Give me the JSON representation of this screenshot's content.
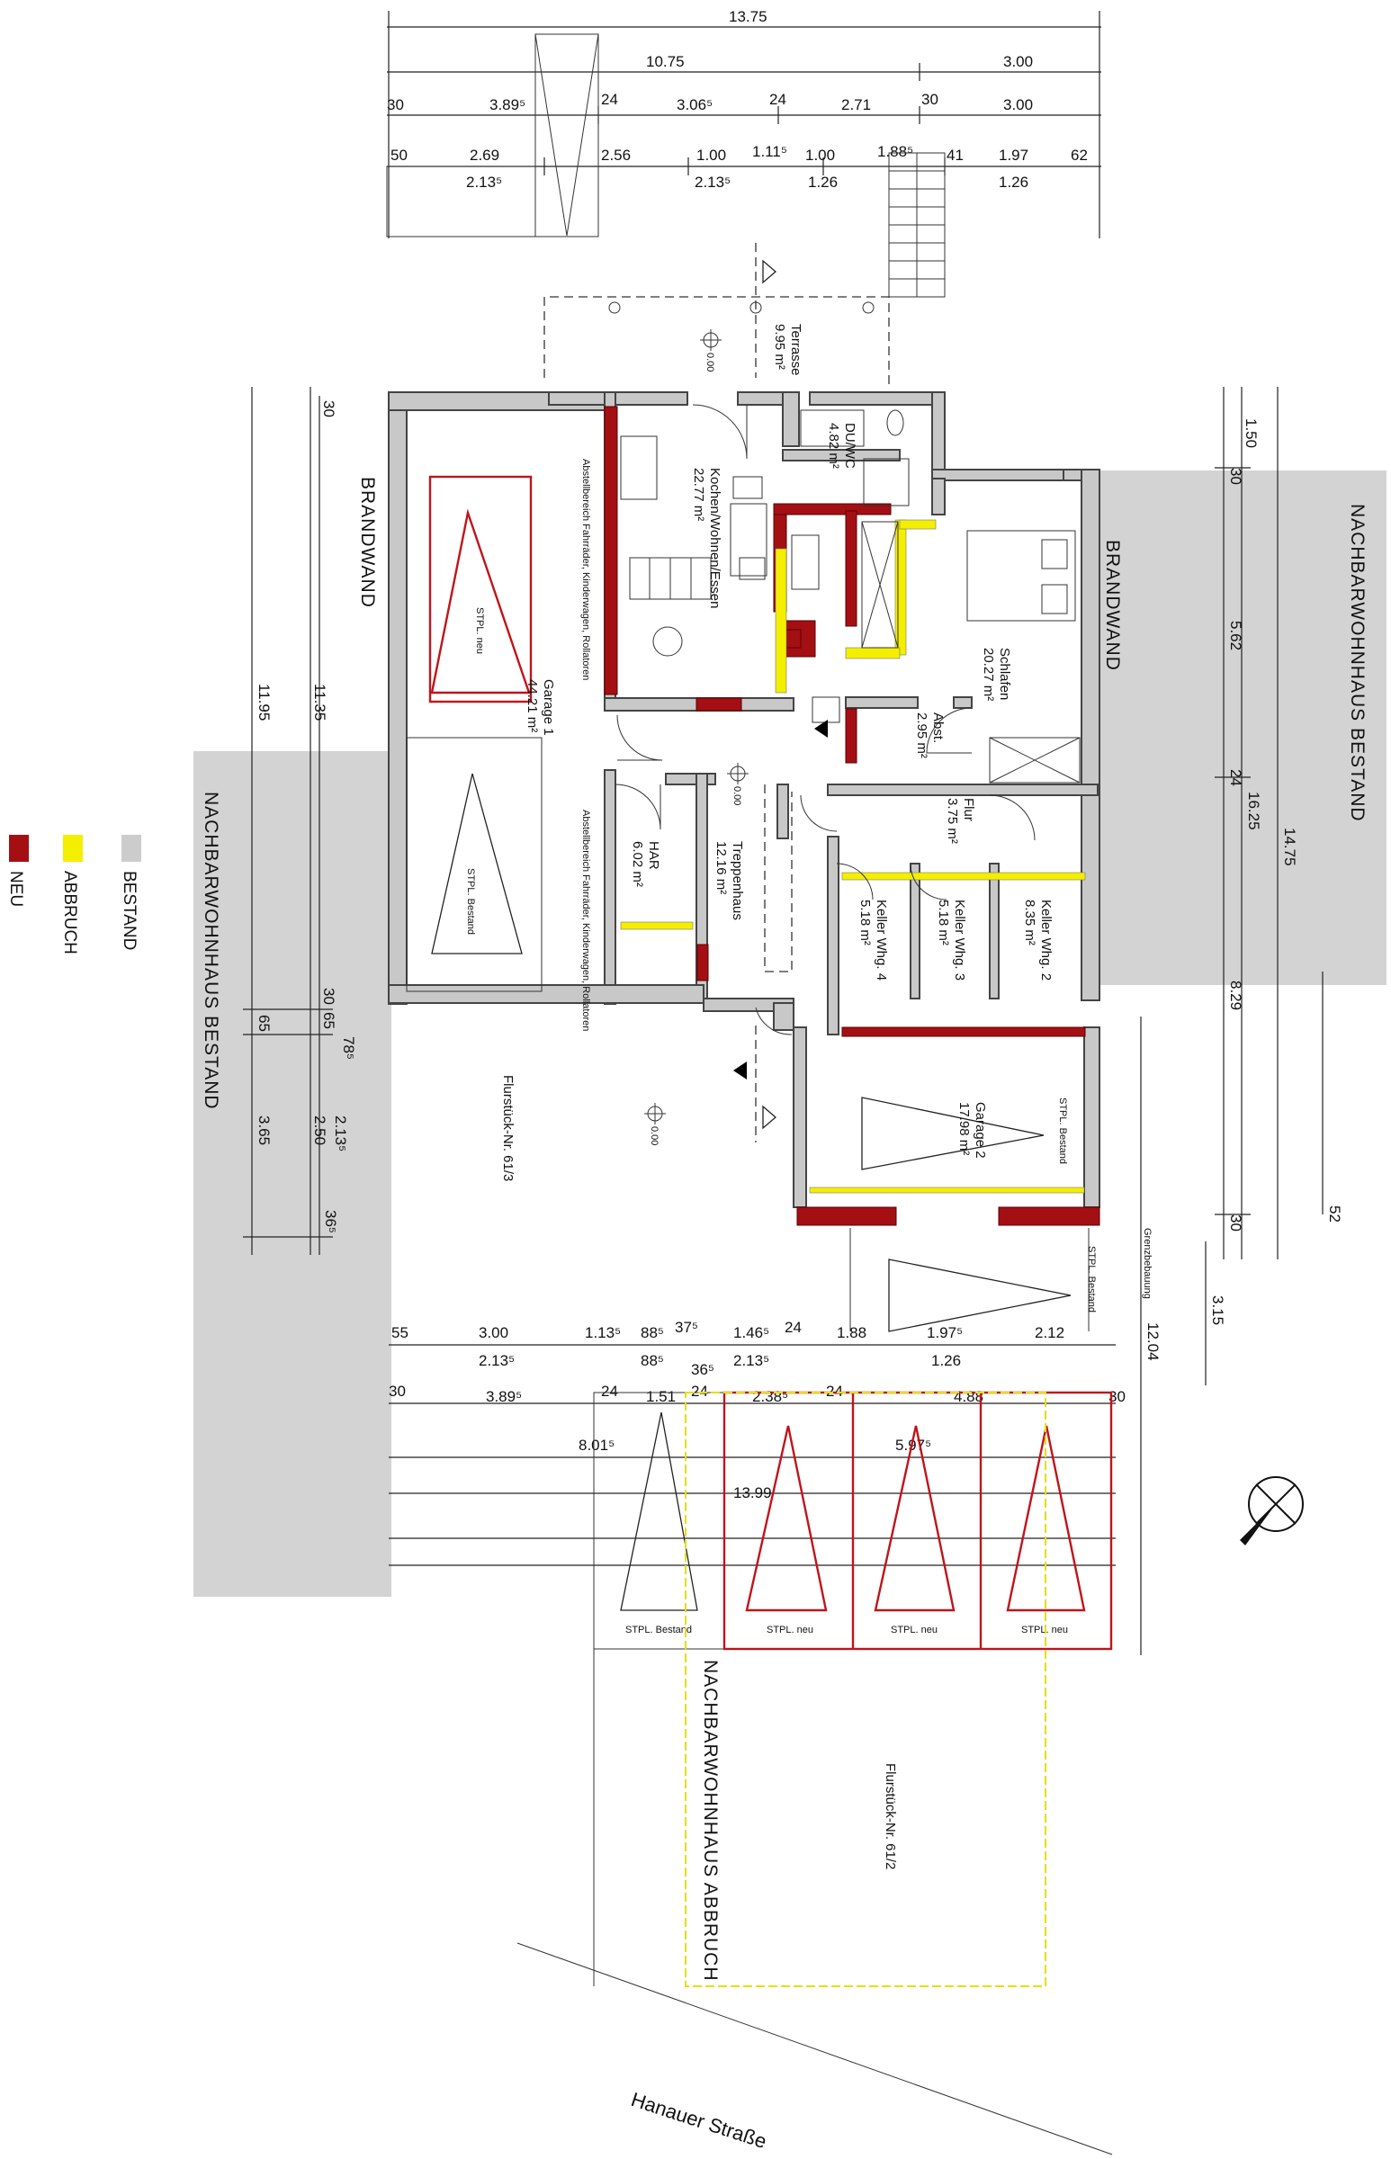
{
  "dims": {
    "total_width": "13.75",
    "w1075": "10.75",
    "w300": "3.00",
    "r2": [
      "30",
      "3.89⁵",
      "24",
      "3.06⁵",
      "24",
      "2.71",
      "30",
      "3.00"
    ],
    "r3": [
      "50",
      "2.69",
      "2.56",
      "1.00",
      "1.11⁵",
      "1.00",
      "1.88⁵",
      "41",
      "1.97",
      "62"
    ],
    "r3b": [
      "2.13⁵",
      "2.13⁵",
      "1.26",
      "1.26"
    ],
    "left_v": [
      "30",
      "11.95",
      "11.35",
      "30",
      "65",
      "65",
      "78⁵",
      "3.65",
      "2.50",
      "2.13⁵",
      "36⁵"
    ],
    "right_v": [
      "1.50",
      "30",
      "5.62",
      "24",
      "16.25",
      "14.75",
      "8.29",
      "30",
      "52",
      "3.15"
    ],
    "b1": [
      "55",
      "3.00",
      "1.13⁵",
      "88⁵",
      "37⁵",
      "1.46⁵",
      "24",
      "1.88",
      "1.97⁵",
      "2.12"
    ],
    "b1b": [
      "2.13⁵",
      "88⁵",
      "36⁵",
      "2.13⁵",
      "1.26"
    ],
    "b2": [
      "30",
      "3.89⁵",
      "24",
      "1.51",
      "24",
      "2.38⁵",
      "24",
      "4.88",
      "30"
    ],
    "b3": [
      "8.01⁵",
      "5.97⁵",
      "13.99"
    ],
    "right_bottom": "12.04"
  },
  "rooms": {
    "terrasse": {
      "name": "Terrasse",
      "area": "9.95 m²"
    },
    "duwc": {
      "name": "DU/WC",
      "area": "4.82 m²"
    },
    "kochen": {
      "name": "Kochen/Wohnen/Essen",
      "area": "22.77 m²"
    },
    "garage1": {
      "name": "Garage 1",
      "area": "44.21 m²"
    },
    "abstell1": "Abstellbereich Fahrräder, Kinderwagen, Rollatoren",
    "abstell2": "Abstellbereich Fahrräder, Kinderwagen, Rollatoren",
    "schlafen": {
      "name": "Schlafen",
      "area": "20.27 m²"
    },
    "abst": {
      "name": "Abst.",
      "area": "2.95 m²"
    },
    "flur": {
      "name": "Flur",
      "area": "3.75 m²"
    },
    "har": {
      "name": "HAR",
      "area": "6.02 m²"
    },
    "treppe": {
      "name": "Treppenhaus",
      "area": "12.16 m²"
    },
    "keller2": {
      "name": "Keller Whg. 2",
      "area": "8.35 m²"
    },
    "keller3": {
      "name": "Keller Whg. 3",
      "area": "5.18 m²"
    },
    "keller4": {
      "name": "Keller Whg. 4",
      "area": "5.18 m²"
    },
    "garage2": {
      "name": "Garage 2",
      "area": "17.98 m²"
    }
  },
  "labels": {
    "level_0": "0.00",
    "brandwand": "BRANDWAND",
    "neighbor_left": "NACHBARWOHNHAUS BESTAND",
    "neighbor_right": "NACHBARWOHNHAUS BESTAND",
    "neighbor_abbruch": "NACHBARWOHNHAUS ABBRUCH",
    "flur613": "Flurstück-Nr. 61/3",
    "flur612": "Flurstück-Nr. 61/2",
    "grenzbebauung": "Grenzbebauung",
    "street": "Hanauer Straße",
    "stpl_neu": "STPL. neu",
    "stpl_bestand": "STPL. Bestand"
  },
  "legend": [
    {
      "label": "BESTAND",
      "color": "#cccccc"
    },
    {
      "label": "ABBRUCH",
      "color": "#f4ee00"
    },
    {
      "label": "NEU",
      "color": "#a40f14"
    }
  ]
}
